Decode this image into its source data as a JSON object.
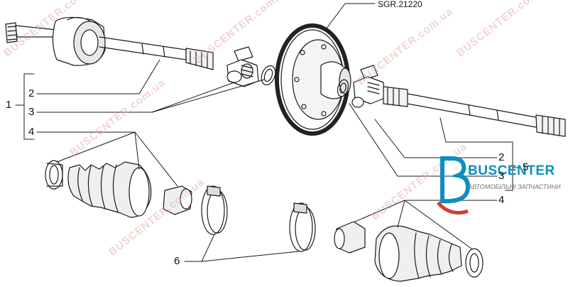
{
  "reference": "SGR.21220",
  "callouts": {
    "c1": "1",
    "c2_left": "2",
    "c3_left": "3",
    "c4_left": "4",
    "c6": "6",
    "c2_right": "2",
    "c3_right": "3",
    "c4_right": "4",
    "c5": "5"
  },
  "watermark": {
    "text": "BUSCENTER.com.ua",
    "logo_name": "BUSCENTER",
    "logo_tagline": "АВТОМОБІЛЬНІ ЗАПЧАСТИНИ",
    "color": "#e2a1a1",
    "logo_color": "#0b8fc3",
    "logo_accent": "#d23b3b"
  },
  "parts": [
    {
      "name": "left-drive-shaft",
      "icon": "shaft-icon"
    },
    {
      "name": "differential-ring-gear",
      "icon": "gear-icon"
    },
    {
      "name": "right-drive-shaft",
      "icon": "shaft-icon"
    },
    {
      "name": "tripod-joint",
      "icon": "joint-icon"
    },
    {
      "name": "boot",
      "icon": "bellows-icon"
    },
    {
      "name": "clamp",
      "icon": "clamp-icon"
    }
  ]
}
